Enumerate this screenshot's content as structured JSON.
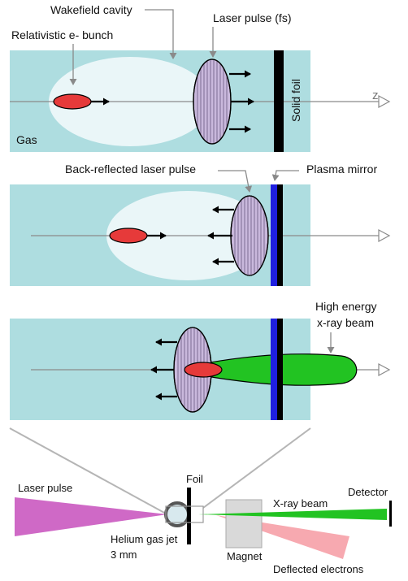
{
  "panel1": {
    "label_wakefield": "Wakefield cavity",
    "label_laser": "Laser pulse (fs)",
    "label_bunch": "Relativistic e- bunch",
    "label_gas": "Gas",
    "label_foil": "Solid foil",
    "label_z": "z"
  },
  "panel2": {
    "label_back": "Back-reflected laser pulse",
    "label_mirror": "Plasma mirror"
  },
  "panel3": {
    "label_xray_line1": "High energy",
    "label_xray_line2": "x-ray beam"
  },
  "setup": {
    "label_laser": "Laser pulse",
    "label_foil": "Foil",
    "label_detector": "Detector",
    "label_xray": "X-ray beam",
    "label_jet_line1": "Helium gas jet",
    "label_jet_line2": "3 mm",
    "label_magnet": "Magnet",
    "label_deflected": "Deflected electrons"
  },
  "colors": {
    "panel_bg": "#aedde0",
    "cavity": "#eaf6f8",
    "pulse": "#c9b8dc",
    "bunch": "#e63a3a",
    "plasma_mirror": "#1f1fe0",
    "xray": "#22c322",
    "laser_cone": "#cf69c6",
    "electrons": "#f7a9b0",
    "magnet": "#d9d9d9"
  }
}
